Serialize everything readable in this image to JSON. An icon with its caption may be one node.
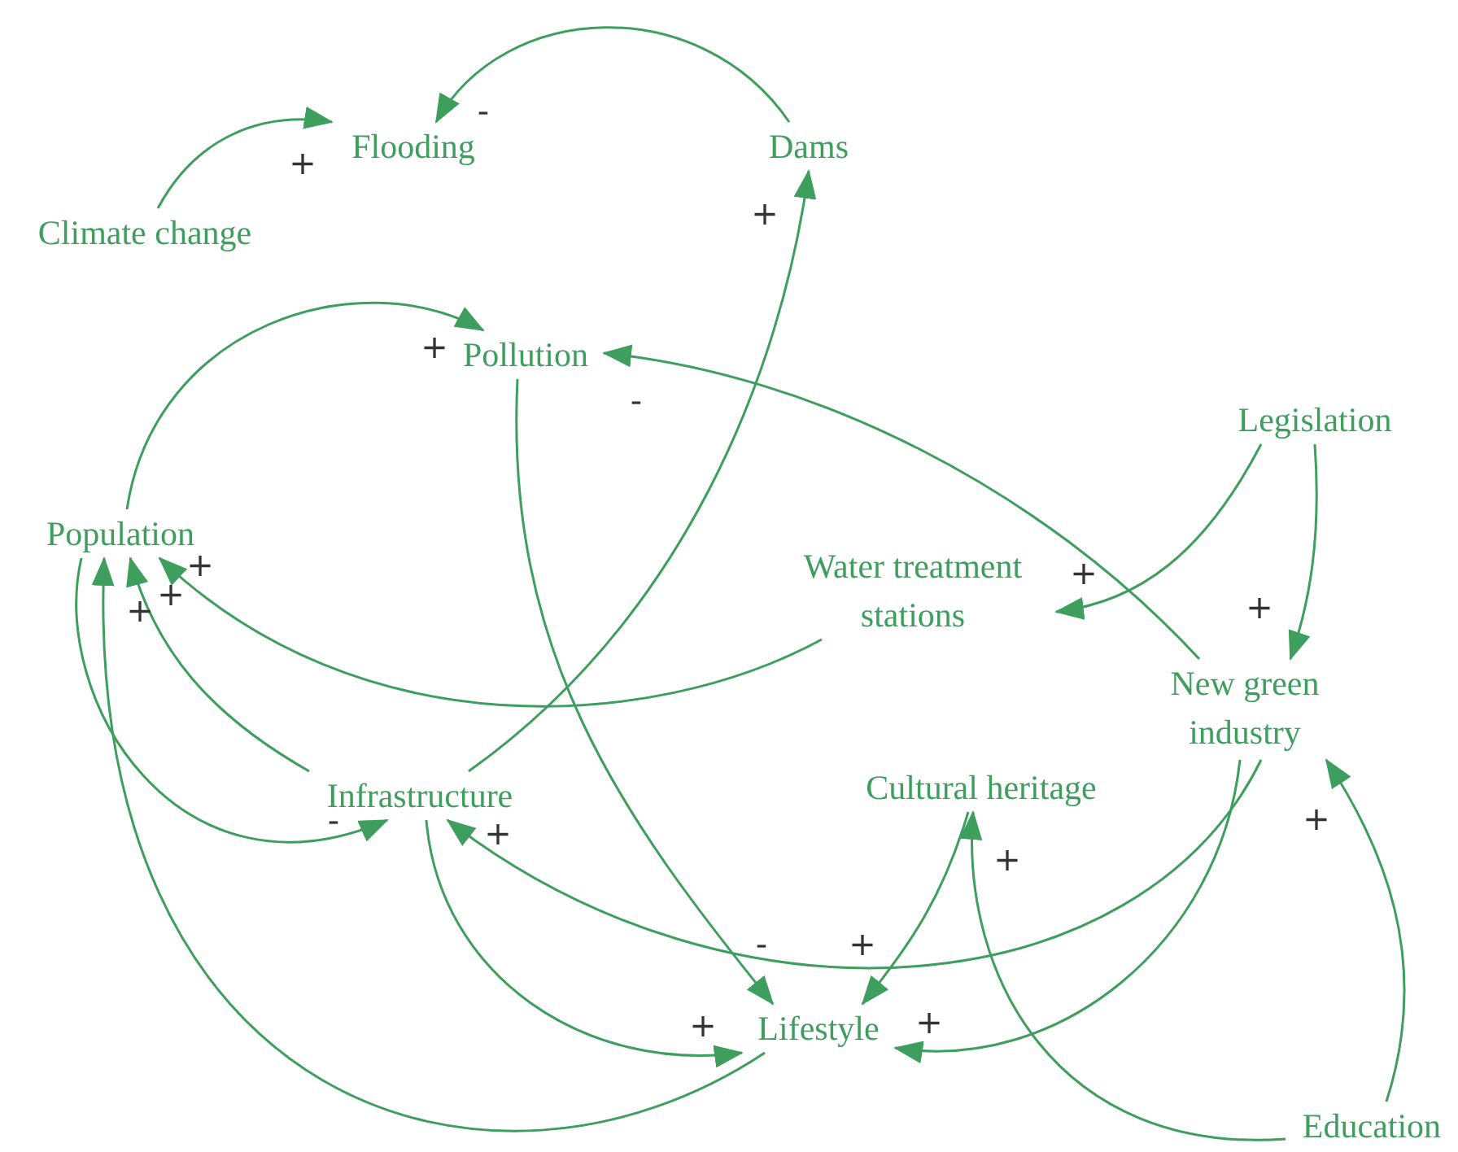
{
  "diagram": {
    "nodes": [
      {
        "text": [
          "Flooding"
        ]
      },
      {
        "text": [
          "Dams"
        ]
      },
      {
        "text": [
          "Climate change"
        ]
      },
      {
        "text": [
          "Pollution"
        ]
      },
      {
        "text": [
          "Legislation"
        ]
      },
      {
        "text": [
          "Population"
        ]
      },
      {
        "text": [
          "Water treatment stations"
        ]
      },
      {
        "text": [
          "New green industry"
        ]
      },
      {
        "text": [
          "Cultural heritage"
        ]
      },
      {
        "text": [
          "Infrastructure"
        ]
      },
      {
        "text": [
          "Lifestyle"
        ]
      },
      {
        "text": [
          "Education"
        ]
      }
    ],
    "edges": [
      {
        "from": 2,
        "to": 0,
        "arrow": "to",
        "label": "+"
      },
      {
        "from": 1,
        "to": 0,
        "arrow": "to",
        "label": "-"
      },
      {
        "from": 9,
        "to": 1,
        "arrow": "to",
        "label": "+"
      },
      {
        "from": 5,
        "to": 3,
        "arrow": "to",
        "label": "+"
      },
      {
        "from": 7,
        "to": 3,
        "arrow": "to",
        "label": "-"
      },
      {
        "from": 3,
        "to": 10,
        "arrow": "to",
        "label": "-"
      },
      {
        "from": 4,
        "to": 6,
        "arrow": "to",
        "label": "+"
      },
      {
        "from": 4,
        "to": 7,
        "arrow": "to",
        "label": "+"
      },
      {
        "from": 6,
        "to": 5,
        "arrow": "to",
        "label": "+"
      },
      {
        "from": 9,
        "to": 5,
        "arrow": "to",
        "label": "+"
      },
      {
        "from": 10,
        "to": 5,
        "arrow": "to",
        "label": "+"
      },
      {
        "from": 5,
        "to": 9,
        "arrow": "to",
        "label": "-"
      },
      {
        "from": 7,
        "to": 9,
        "arrow": "to",
        "label": "+"
      },
      {
        "from": 9,
        "to": 10,
        "arrow": "to",
        "label": "+"
      },
      {
        "from": 8,
        "to": 10,
        "arrow": "to",
        "label": "+"
      },
      {
        "from": 7,
        "to": 10,
        "arrow": "to",
        "label": "+"
      },
      {
        "from": 11,
        "to": 8,
        "arrow": "to",
        "label": "+"
      },
      {
        "from": 11,
        "to": 7,
        "arrow": "to",
        "label": "+"
      }
    ]
  }
}
